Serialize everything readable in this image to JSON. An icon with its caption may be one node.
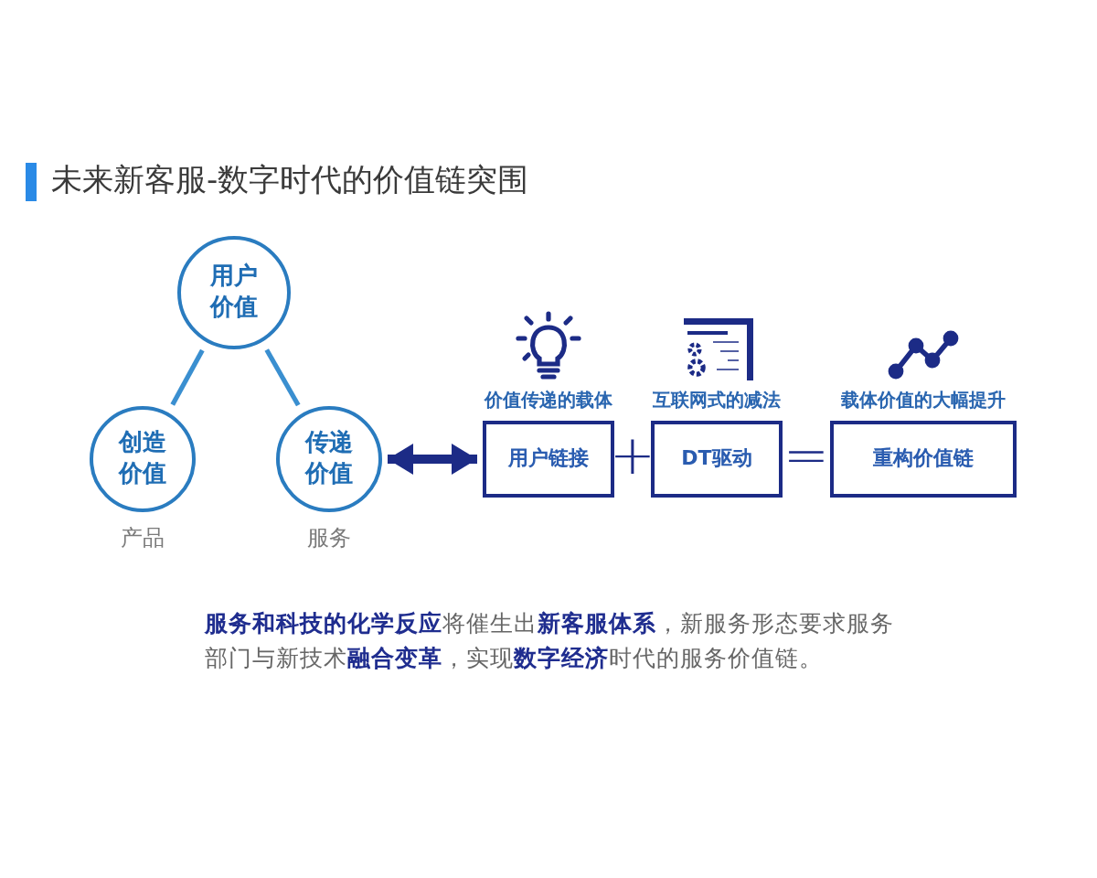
{
  "diagram": {
    "title": "未来新客服-数字时代的价值链突围",
    "nodes": [
      {
        "text": [
          "用户价值"
        ]
      },
      {
        "text": [
          "创造价值"
        ],
        "beside": [
          "产品"
        ]
      },
      {
        "text": [
          "传递价值"
        ],
        "beside": [
          "服务"
        ]
      },
      {
        "text": [
          "价值传递的载体",
          "用户链接"
        ]
      },
      {
        "text": [
          "互联网式的减法",
          "DT驱动"
        ]
      },
      {
        "text": [
          "载体价值的大幅提升",
          "重构价值链"
        ]
      }
    ],
    "edges": [
      {
        "from": 0,
        "to": 1,
        "arrow": "none"
      },
      {
        "from": 0,
        "to": 2,
        "arrow": "none"
      },
      {
        "from": 2,
        "to": 3,
        "arrow": "both",
        "style": "thick",
        "color": "#1c2b86"
      }
    ],
    "labels": [
      "+",
      "="
    ],
    "caption": "**服务和科技的化学反应**将催生出**新客服体系**，新服务形态要求服务部门与新技术**融合变革**，实现**数字经济**时代的服务价值链。"
  }
}
